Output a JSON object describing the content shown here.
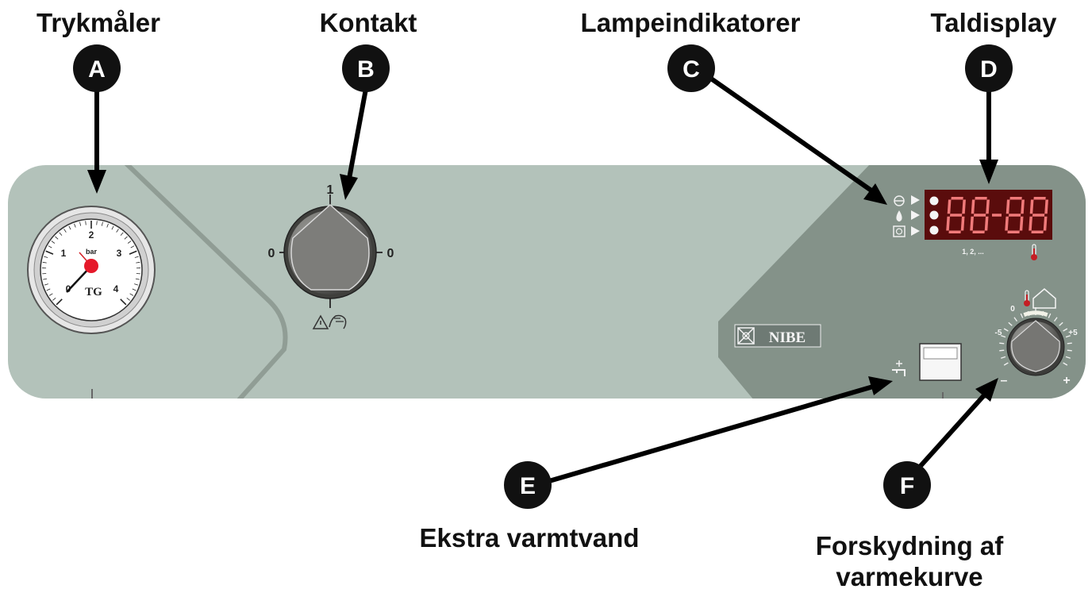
{
  "labels": {
    "pressure_gauge": "Trykmåler",
    "switch": "Kontakt",
    "indicator_lamps": "Lampeindikatorer",
    "number_display": "Taldisplay",
    "extra_hot_water": "Ekstra varmtvand",
    "curve_offset_line1": "Forskydning af",
    "curve_offset_line2": "varmekurve"
  },
  "badges": {
    "a": "A",
    "b": "B",
    "c": "C",
    "d": "D",
    "e": "E",
    "f": "F"
  },
  "gauge": {
    "unit": "bar",
    "ticks": [
      "0",
      "1",
      "2",
      "3",
      "4"
    ],
    "maker_mark": "TG"
  },
  "switch_knob": {
    "top": "1",
    "left": "0",
    "right": "0"
  },
  "display": {
    "value": "88-88",
    "footnote": "1, 2, ...",
    "color": "#5a0c0c",
    "segment_color": "#f07a7a"
  },
  "brand": {
    "name": "NIBE"
  },
  "curve_knob": {
    "zero": "0",
    "minus5": "-5",
    "plus5": "+5",
    "minus": "–",
    "plus": "+"
  },
  "colors": {
    "panel_light": "#b3c2ba",
    "panel_dark": "#849289",
    "badge": "#111111"
  }
}
